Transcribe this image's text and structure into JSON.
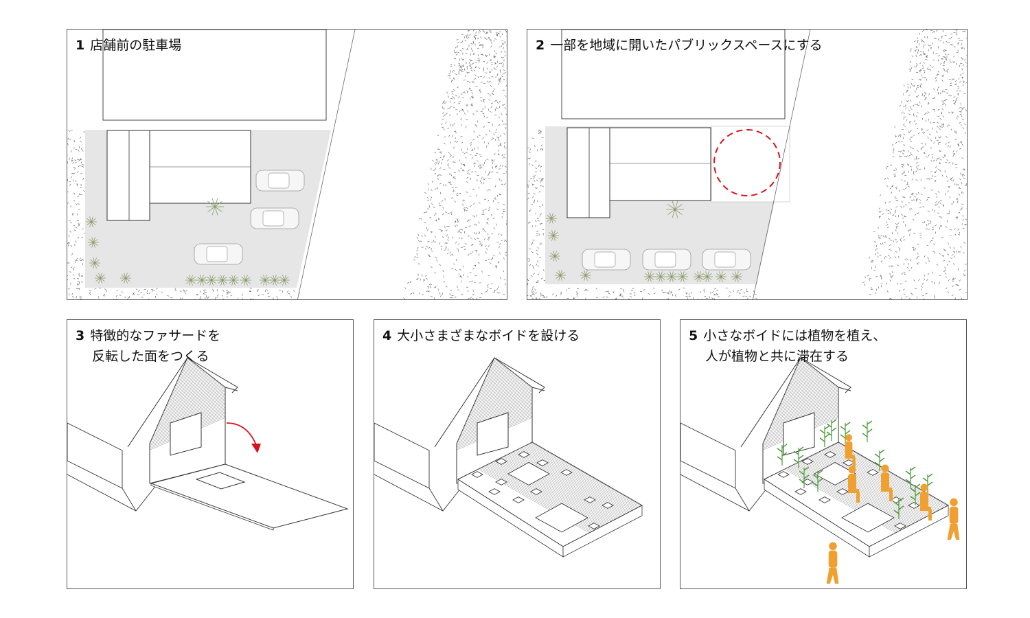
{
  "panels": [
    {
      "num": "1",
      "title": "店舗前の駐車場"
    },
    {
      "num": "2",
      "title": "一部を地域に開いたパブリックスペースにする"
    },
    {
      "num": "3",
      "title": "特徴的なファサードを",
      "title2": "反転した面をつくる"
    },
    {
      "num": "4",
      "title": "大小さまざまなボイドを設ける"
    },
    {
      "num": "5",
      "title": "小さなボイドには植物を植え、",
      "title2": "人が植物と共に滞在する"
    }
  ],
  "colors": {
    "line": "#444444",
    "lot": "#e6e6e6",
    "accent": "#d9111b",
    "people": "#f0a030",
    "plants": "#4a9a3a",
    "shrub": "#8a9a6a"
  }
}
